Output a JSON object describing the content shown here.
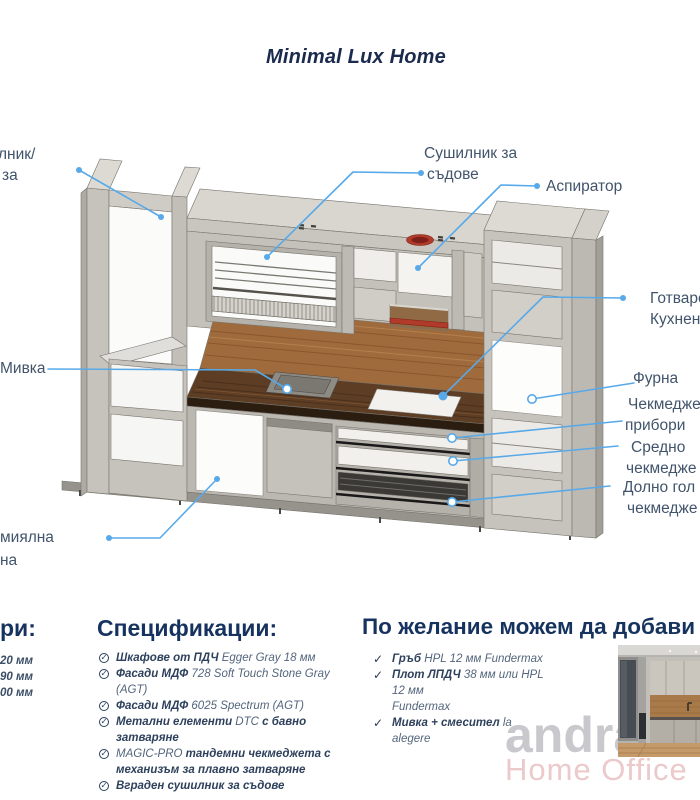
{
  "title": "Minimal Lux Home",
  "callouts": {
    "top_left": [
      "лник/",
      "за"
    ],
    "dish_dryer": [
      "Сушилник за",
      "съдове"
    ],
    "hood": "Аспиратор",
    "cooktop": [
      "Готварск",
      "Кухненск"
    ],
    "sink": "Мивка",
    "dishwasher": [
      "миялна",
      "на"
    ],
    "oven": "Фурна",
    "cutlery_drawer": [
      "Чекмедже",
      "прибори"
    ],
    "middle_drawer": [
      "Средно",
      "чекмедже"
    ],
    "bottom_drawer": [
      "Долно гол",
      "чекмедже"
    ]
  },
  "dimensions": {
    "heading": "ри:",
    "items": [
      "20 мм",
      "90 мм",
      "00 мм"
    ]
  },
  "specifications": {
    "heading": "Спецификации:",
    "items": [
      {
        "s1": "Шкафове от ПДЧ",
        "s2": " Egger Gray 18 мм",
        "s3": "",
        "s4": ""
      },
      {
        "s1": "Фасади МДФ",
        "s2": " 728 Soft Touch Stone Gray (AGT)",
        "s3": "",
        "s4": ""
      },
      {
        "s1": "Фасади МДФ",
        "s2": " 6025 Spectrum (AGT)",
        "s3": "",
        "s4": ""
      },
      {
        "s1": "Метални елементи",
        "s2": " DTC",
        "s3": " с бавно затваряне",
        "s4": ""
      },
      {
        "s1": "",
        "s2": "MAGIC-PRO",
        "s3": " тандемни чекмеджета с",
        "s4": "механизъм за плавно затваряне"
      },
      {
        "s1": "Вграден сушилник за съдове",
        "s2": "",
        "s3": "",
        "s4": ""
      }
    ]
  },
  "addons": {
    "heading": "По желание можем да добави",
    "items": [
      {
        "b": "Гръб",
        "r": " HPL 12 мм  Fundermax",
        "r2": ""
      },
      {
        "b": "Плот ЛПДЧ",
        "r": " 38 мм или HPL 12 мм",
        "r2": "Fundermax"
      },
      {
        "b": "Мивка + смесител",
        "r": " la alegere",
        "r2": ""
      }
    ]
  },
  "brand": {
    "name": "andrani",
    "tagline": "Home Office"
  },
  "icons": {
    "check": "✓",
    "circle_check": "✓"
  },
  "colors": {
    "accent_blue": "#58a9e9",
    "navy": "#16335f",
    "label": "#41546b",
    "cabinet_gray": "#c6c3bc",
    "wood": "#a06b3c",
    "counter": "#5d3d24",
    "red_accent": "#b23a2b",
    "logo_gray": "#c9c9cd",
    "logo_pink": "#ecc9ca"
  }
}
